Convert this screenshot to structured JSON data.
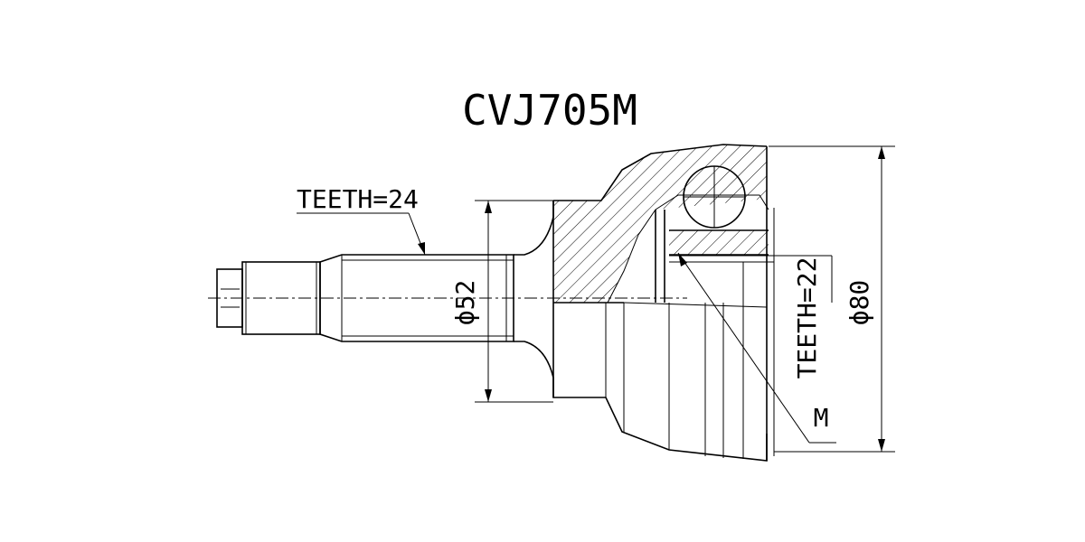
{
  "title": "CVJ705M",
  "labels": {
    "outer_teeth": "TEETH=24",
    "inner_teeth": "TEETH=22",
    "shaft_diameter": "ϕ52",
    "outer_diameter": "ϕ80",
    "marker": "M"
  },
  "colors": {
    "line": "#000000",
    "background": "#ffffff"
  }
}
